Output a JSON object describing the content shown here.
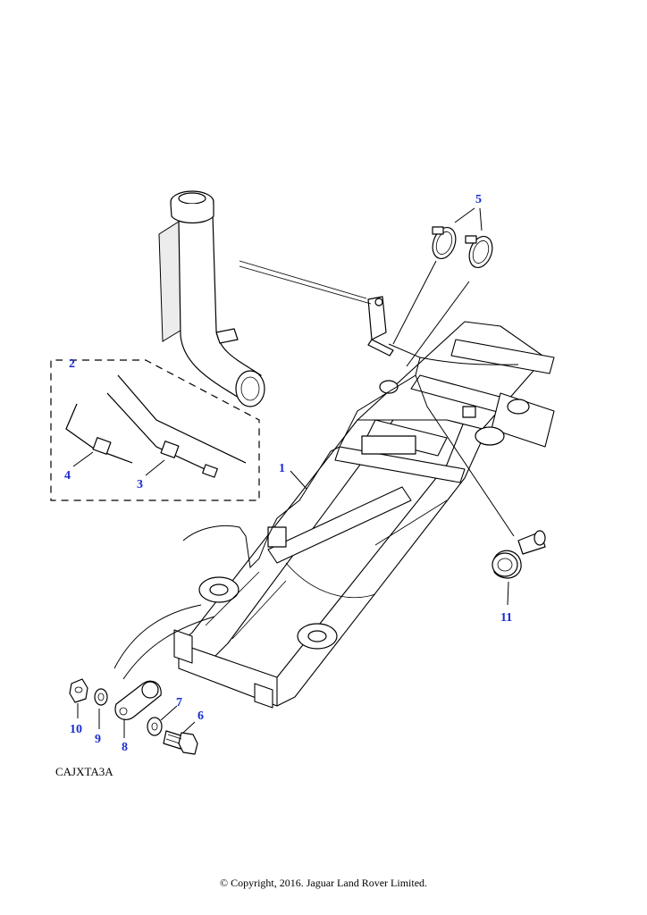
{
  "diagram": {
    "reference_code": "CAJXTA3A",
    "copyright": "© Copyright, 2016. Jaguar Land Rover Limited.",
    "callouts": [
      {
        "id": "1",
        "text": "1"
      },
      {
        "id": "2",
        "text": "2"
      },
      {
        "id": "3",
        "text": "3"
      },
      {
        "id": "4",
        "text": "4"
      },
      {
        "id": "5",
        "text": "5"
      },
      {
        "id": "6",
        "text": "6"
      },
      {
        "id": "7",
        "text": "7"
      },
      {
        "id": "8",
        "text": "8"
      },
      {
        "id": "9",
        "text": "9"
      },
      {
        "id": "10",
        "text": "10"
      },
      {
        "id": "11",
        "text": "11"
      }
    ],
    "callout_color": "#1a2bd1"
  }
}
